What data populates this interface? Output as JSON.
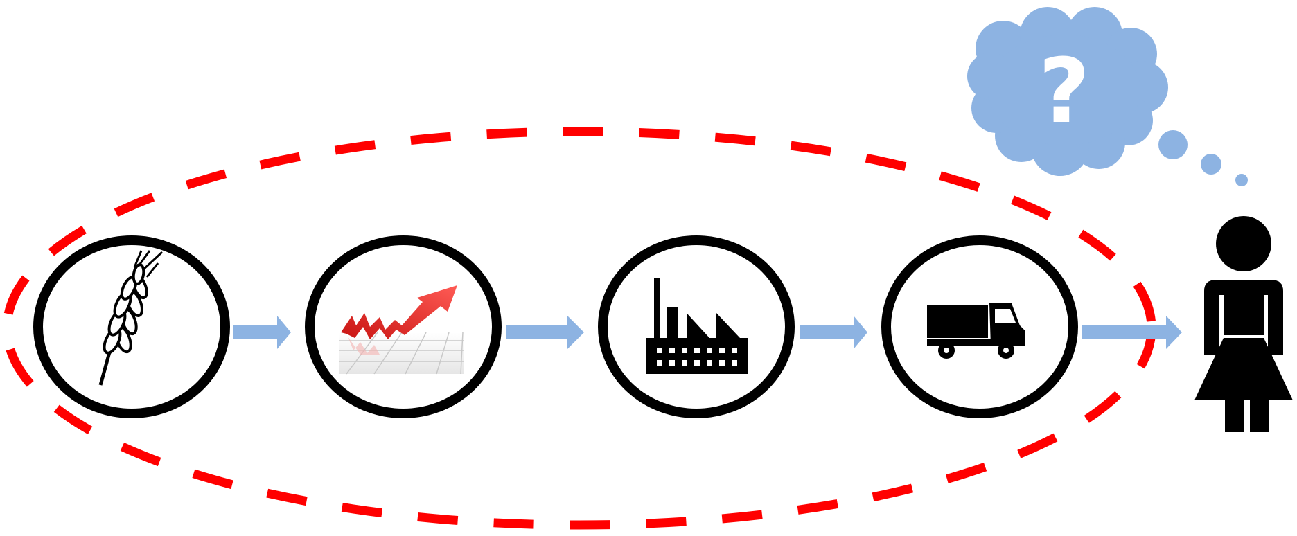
{
  "diagram": {
    "stages": [
      {
        "id": "farm",
        "icon": "wheat-icon"
      },
      {
        "id": "market",
        "icon": "rising-chart-icon"
      },
      {
        "id": "processing",
        "icon": "factory-icon"
      },
      {
        "id": "transport",
        "icon": "truck-icon"
      }
    ],
    "consumer": {
      "icon": "woman-icon"
    },
    "thought": {
      "icon": "thought-cloud-icon",
      "text": "?"
    },
    "colors": {
      "boundary": "#ff0000",
      "arrow": "#8db3e2",
      "cloud": "#8db3e2",
      "ink": "#000000",
      "chart_red": "#e8231d"
    }
  }
}
